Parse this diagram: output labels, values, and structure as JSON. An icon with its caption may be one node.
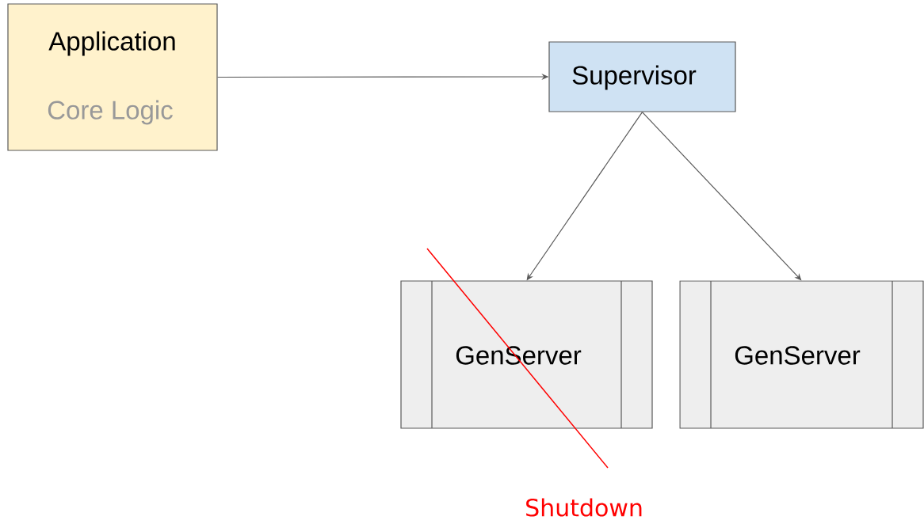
{
  "diagram": {
    "nodes": [
      {
        "text": [
          "Application",
          "Core Logic"
        ]
      },
      {
        "text": [
          "Supervisor"
        ]
      },
      {
        "text": [
          "GenServer"
        ]
      },
      {
        "text": [
          "GenServer"
        ]
      }
    ],
    "edges": [
      {
        "from": 0,
        "to": 1,
        "arrow": "to"
      },
      {
        "from": 1,
        "to": 2,
        "arrow": "to"
      },
      {
        "from": 1,
        "to": 3,
        "arrow": "to"
      }
    ],
    "labels": [
      "Shutdown"
    ]
  }
}
